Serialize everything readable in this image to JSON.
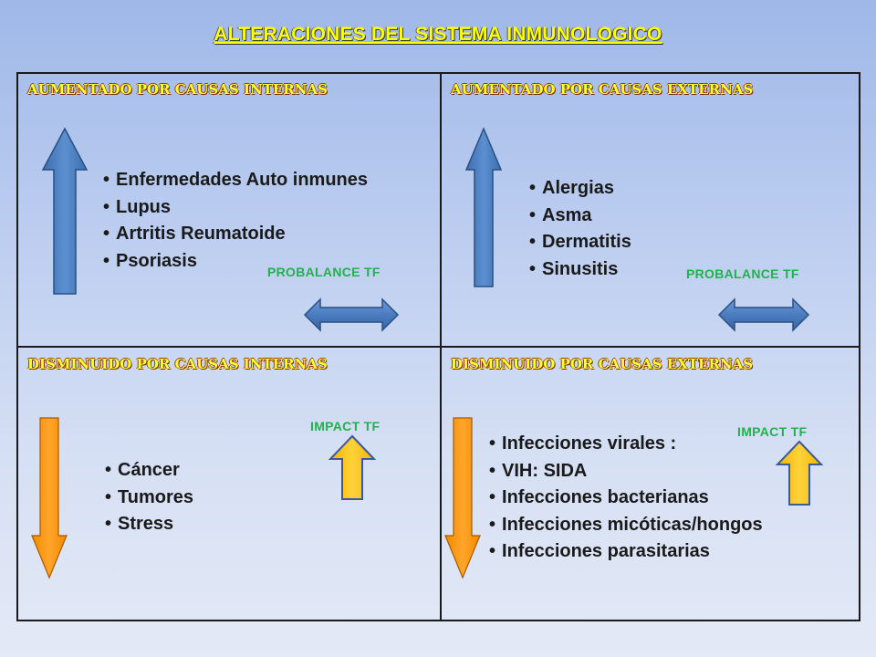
{
  "title": "ALTERACIONES DEL SISTEMA INMUNOLOGICO",
  "quadrants": {
    "top_left": {
      "heading": "AUMENTADO POR CAUSAS INTERNAS",
      "items": [
        "Enfermedades Auto inmunes",
        "Lupus",
        "Artritis Reumatoide",
        "Psoriasis"
      ],
      "tag": "PROBALANCE  TF"
    },
    "top_right": {
      "heading": "AUMENTADO POR CAUSAS EXTERNAS",
      "items": [
        "Alergias",
        "Asma",
        "Dermatitis",
        "Sinusitis"
      ],
      "tag": "PROBALANCE TF"
    },
    "bottom_left": {
      "heading": "DISMINUIDO POR CAUSAS INTERNAS",
      "items": [
        "Cáncer",
        "Tumores",
        "Stress"
      ],
      "tag": "IMPACT  TF"
    },
    "bottom_right": {
      "heading": "DISMINUIDO POR CAUSAS EXTERNAS",
      "items": [
        "Infecciones virales :",
        "VIH: SIDA",
        "Infecciones bacterianas",
        "Infecciones micóticas/hongos",
        "Infecciones parasitarias"
      ],
      "tag": "IMPACT  TF"
    }
  },
  "icons": {
    "up_arrow_large": "arrow-up-icon",
    "down_arrow_large": "arrow-down-icon",
    "double_arrow": "double-arrow-icon",
    "up_arrow_small": "arrow-up-icon"
  },
  "colors": {
    "title": "#ffff00",
    "heading": "#ffff33",
    "tag": "#22b14c",
    "blue_arrow": "#4f81bd",
    "orange_arrow": "#ff9900",
    "yellow_arrow": "#ffc000"
  }
}
